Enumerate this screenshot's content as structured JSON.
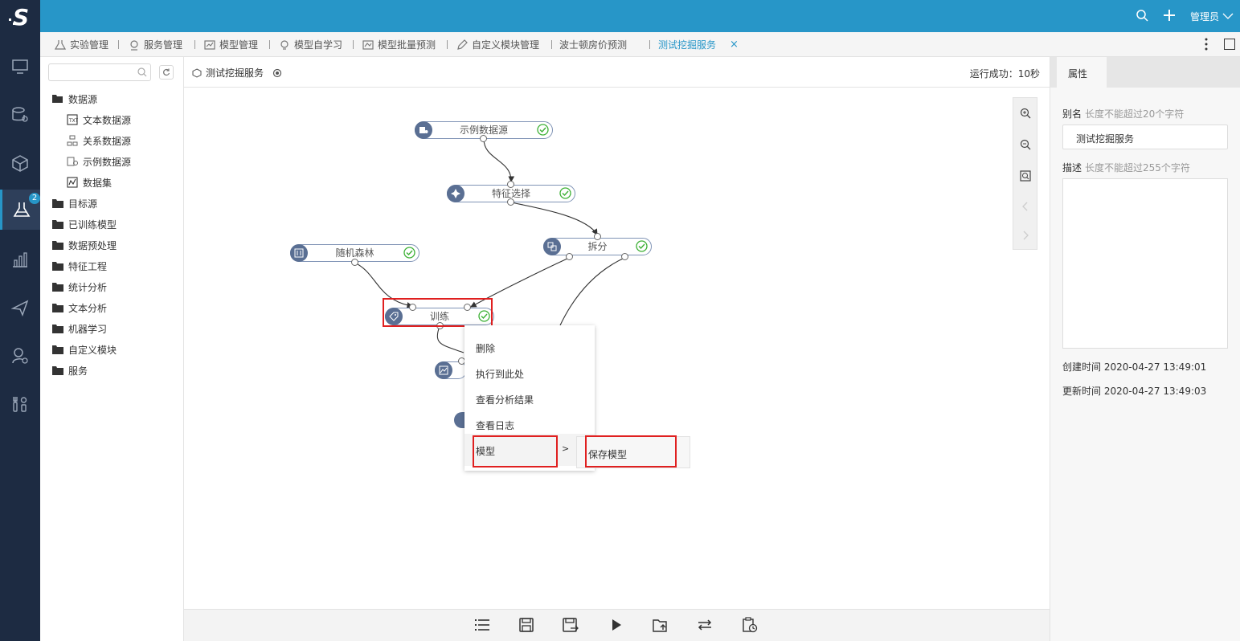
{
  "app": {
    "user_label": "管理员"
  },
  "tabs": [
    {
      "label": "实验管理"
    },
    {
      "label": "服务管理"
    },
    {
      "label": "模型管理"
    },
    {
      "label": "模型自学习"
    },
    {
      "label": "模型批量预测"
    },
    {
      "label": "自定义模块管理"
    },
    {
      "label": "波士顿房价预测"
    },
    {
      "label": "测试挖掘服务",
      "active": true
    }
  ],
  "leftnav": {
    "badge_count": "2"
  },
  "tree": {
    "items": [
      {
        "label": "数据源"
      },
      {
        "label": "文本数据源"
      },
      {
        "label": "关系数据源"
      },
      {
        "label": "示例数据源"
      },
      {
        "label": "数据集"
      },
      {
        "label": "目标源"
      },
      {
        "label": "已训练模型"
      },
      {
        "label": "数据预处理"
      },
      {
        "label": "特征工程"
      },
      {
        "label": "统计分析"
      },
      {
        "label": "文本分析"
      },
      {
        "label": "机器学习"
      },
      {
        "label": "自定义模块"
      },
      {
        "label": "服务"
      }
    ]
  },
  "canvas": {
    "title": "测试挖掘服务",
    "status": "运行成功：10秒",
    "nodes": {
      "sample_source": "示例数据源",
      "feature_select": "特征选择",
      "split": "拆分",
      "random_forest": "随机森林",
      "train": "训练"
    }
  },
  "context_menu": {
    "items": [
      "删除",
      "执行到此处",
      "查看分析结果",
      "查看日志",
      "模型"
    ],
    "arrow": ">",
    "submenu_item": "保存模型"
  },
  "properties": {
    "tab": "属性",
    "alias_label": "别名",
    "alias_hint": "长度不能超过20个字符",
    "alias_value": "测试挖掘服务",
    "desc_label": "描述",
    "desc_hint": "长度不能超过255个字符",
    "desc_value": "",
    "created": "创建时间 2020-04-27 13:49:01",
    "updated": "更新时间 2020-04-27 13:49:03"
  },
  "colors": {
    "accent": "#2796c8",
    "nav_bg": "#1d2b42",
    "highlight_red": "#e02020",
    "node_icon": "#5a6f93",
    "check_green": "#3cb034"
  }
}
